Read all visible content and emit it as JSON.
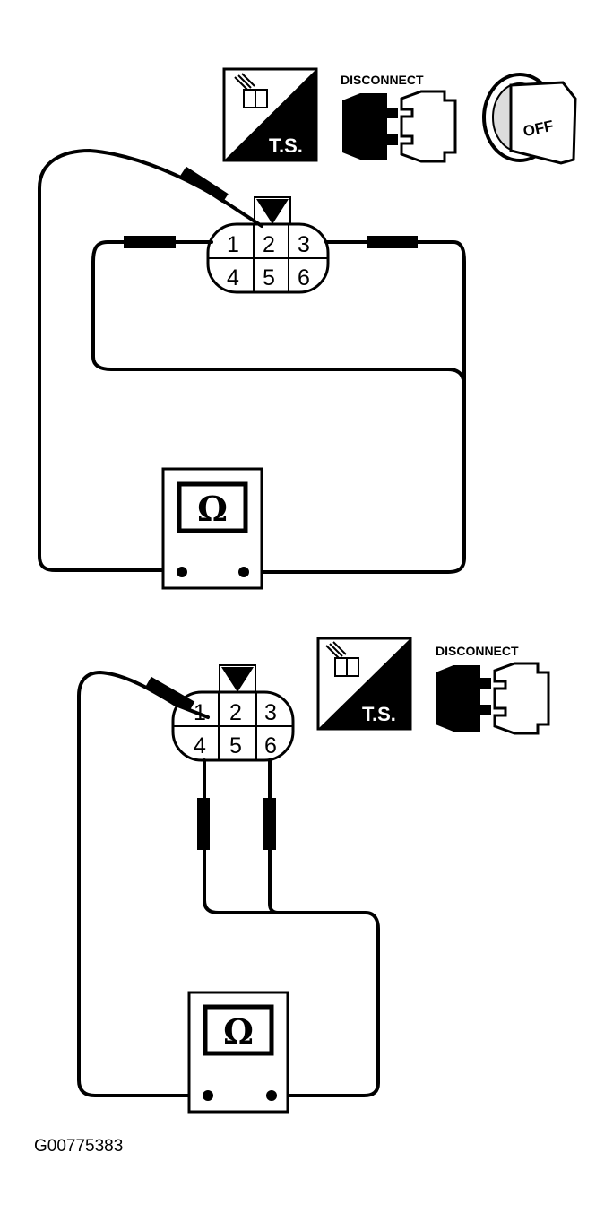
{
  "figure_id": "G00775383",
  "top_diagram": {
    "icons": {
      "test_step_label": "T.S.",
      "disconnect_label": "DISCONNECT",
      "ignition_label": "OFF"
    },
    "connector_pins": [
      "1",
      "2",
      "3",
      "4",
      "5",
      "6"
    ],
    "meter_symbol": "Ω"
  },
  "bottom_diagram": {
    "icons": {
      "test_step_label": "T.S.",
      "disconnect_label": "DISCONNECT"
    },
    "connector_pins": [
      "1",
      "2",
      "3",
      "4",
      "5",
      "6"
    ],
    "meter_symbol": "Ω"
  }
}
